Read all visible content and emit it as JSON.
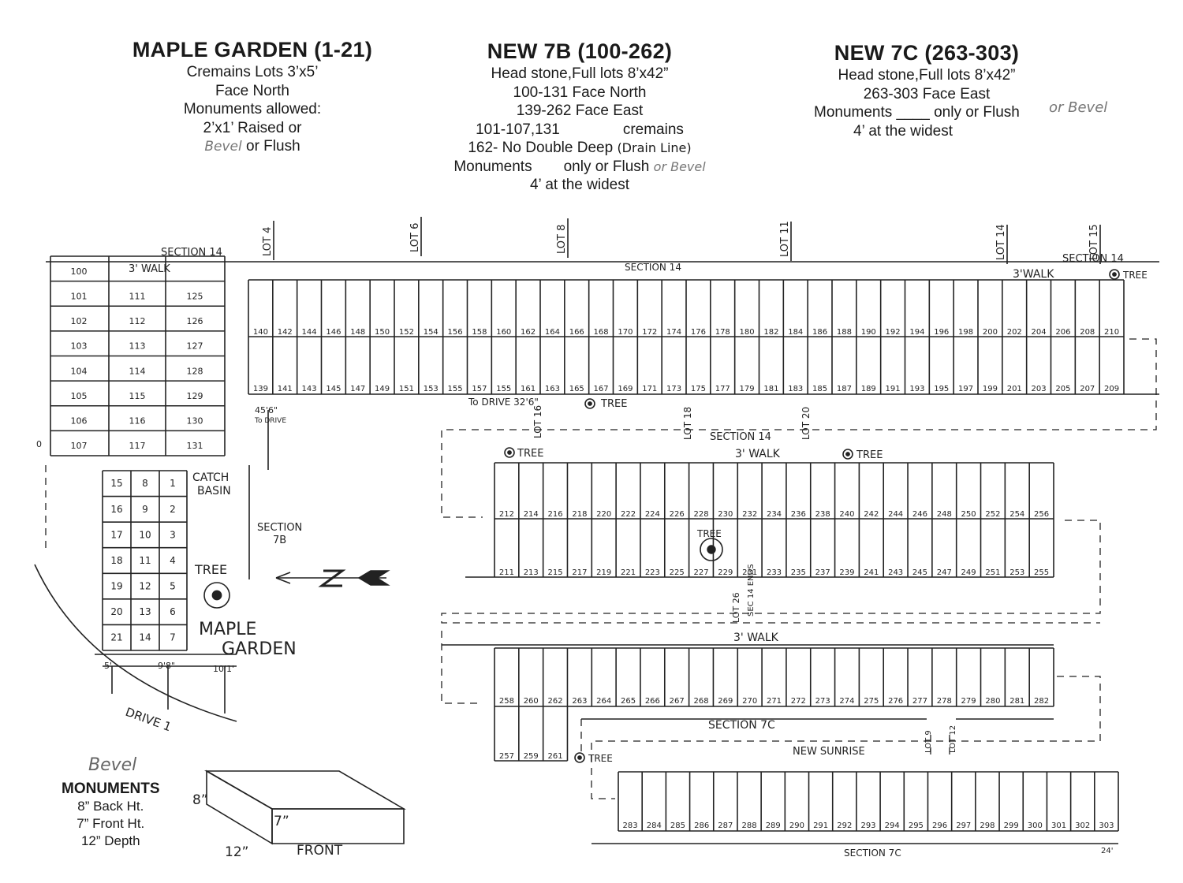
{
  "headers": {
    "maple": {
      "title": "MAPLE GARDEN (1-21)",
      "l1": "Cremains Lots 3’x5’",
      "l2": "Face North",
      "l3": "Monuments allowed:",
      "l4": "2’x1’ Raised or",
      "l5": "or Flush",
      "hand": "Bevel"
    },
    "b7": {
      "title": "NEW 7B (100-262)",
      "l1": "Head stone,Full lots 8’x42”",
      "l2": "100-131 Face North",
      "l3": "139-262 Face East",
      "l4a": "101-107,131",
      "l4b": "cremains",
      "l5": "162- No Double Deep",
      "l5hand": "(Drain Line)",
      "l6": "Monuments",
      "l6b": "only or Flush",
      "l6hand": "or Bevel",
      "l7": "4’ at the widest"
    },
    "c7": {
      "title": "NEW 7C (263-303)",
      "l1": "Head stone,Full lots 8’x42”",
      "l2": "263-303 Face East",
      "l3": "Monuments ____ only or Flush",
      "l3hand": "or Bevel",
      "l4": "4’ at the widest"
    }
  },
  "monuments": {
    "hand": "Bevel",
    "title": "MONUMENTS",
    "back": "8” Back Ht.",
    "front": "7” Front Ht.",
    "depth": "12” Depth",
    "d8": "8”",
    "d7": "7”",
    "d12": "12”",
    "front_label": "FRONT"
  },
  "labels": {
    "section14": "SECTION 14",
    "section14b": "SECTION 14",
    "section14c": "SECTION 14",
    "section14d": "SECTION 14",
    "walk3": "3' WALK",
    "walk3b": "3'WALK",
    "walk3c": "3' WALK",
    "walk3d": "3' WALK",
    "tree": "TREE",
    "to_drive": "To DRIVE  32'6\"",
    "to_drive2": "45'6\"",
    "to_drive3": "To DRIVE",
    "catch": "CATCH",
    "basin": "BASIN",
    "section7b": "SECTION",
    "section7b2": "7B",
    "maple1": "MAPLE",
    "maple2": "GARDEN",
    "drive": "DRIVE 1",
    "section7c": "SECTION 7C",
    "section7c_b": "SECTION 7C",
    "new_sunrise": "NEW SUNRISE",
    "sec14ends": "SEC 14 ENDS",
    "d5": "5'",
    "d98": "9'8\"",
    "d10": "10'1'",
    "d24": "24'",
    "zero": "0",
    "lots": [
      "LOT 4",
      "LOT 6",
      "LOT 8",
      "LOT 11",
      "LOT 14",
      "LOT 15",
      "LOT 16",
      "LOT 18",
      "LOT 20",
      "LOT 26",
      "LOT 9",
      "LOT 12"
    ]
  },
  "rows": {
    "top_a": [
      "140",
      "142",
      "144",
      "146",
      "148",
      "150",
      "152",
      "154",
      "156",
      "158",
      "160",
      "162",
      "164",
      "166",
      "168",
      "170",
      "172",
      "174",
      "176",
      "178",
      "180",
      "182",
      "184",
      "186",
      "188",
      "190",
      "192",
      "194",
      "196",
      "198",
      "200",
      "202",
      "204",
      "206",
      "208",
      "210"
    ],
    "top_b": [
      "139",
      "141",
      "143",
      "145",
      "147",
      "149",
      "151",
      "153",
      "155",
      "157",
      "155",
      "161",
      "163",
      "165",
      "167",
      "169",
      "171",
      "173",
      "175",
      "177",
      "179",
      "181",
      "183",
      "185",
      "187",
      "189",
      "191",
      "193",
      "195",
      "197",
      "199",
      "201",
      "203",
      "205",
      "207",
      "209"
    ],
    "mid_a": [
      "212",
      "214",
      "216",
      "218",
      "220",
      "222",
      "224",
      "226",
      "228",
      "230",
      "232",
      "234",
      "236",
      "238",
      "240",
      "242",
      "244",
      "246",
      "248",
      "250",
      "252",
      "254",
      "256"
    ],
    "mid_b": [
      "211",
      "213",
      "215",
      "217",
      "219",
      "221",
      "223",
      "225",
      "227",
      "229",
      "231",
      "233",
      "235",
      "237",
      "239",
      "241",
      "243",
      "245",
      "247",
      "249",
      "251",
      "253",
      "255"
    ],
    "low_a": [
      "258",
      "260",
      "262",
      "263",
      "264",
      "265",
      "266",
      "267",
      "268",
      "269",
      "270",
      "271",
      "272",
      "273",
      "274",
      "275",
      "276",
      "277",
      "278",
      "279",
      "280",
      "281",
      "282"
    ],
    "low_b": [
      "257",
      "259",
      "261"
    ],
    "bot": [
      "283",
      "284",
      "285",
      "286",
      "287",
      "288",
      "289",
      "290",
      "291",
      "292",
      "293",
      "294",
      "295",
      "296",
      "297",
      "298",
      "299",
      "300",
      "301",
      "302",
      "303"
    ],
    "left_c1": [
      "100",
      "101",
      "102",
      "103",
      "104",
      "105",
      "106",
      "107"
    ],
    "left_c2": [
      "111",
      "112",
      "113",
      "114",
      "115",
      "116",
      "117"
    ],
    "left_c3": [
      "125",
      "126",
      "127",
      "128",
      "129",
      "130",
      "131"
    ],
    "maple_c1": [
      "15",
      "16",
      "17",
      "18",
      "19",
      "20",
      "21"
    ],
    "maple_c2": [
      "8",
      "9",
      "10",
      "11",
      "12",
      "13",
      "14"
    ],
    "maple_c3": [
      "1",
      "2",
      "3",
      "4",
      "5",
      "6",
      "7"
    ]
  }
}
